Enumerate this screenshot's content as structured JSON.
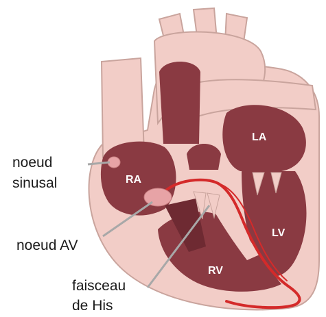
{
  "labels": {
    "sa_node": [
      "noeud",
      "sinusal"
    ],
    "av_node": "noeud AV",
    "his_bundle": [
      "faisceau",
      "de His"
    ]
  },
  "chambers": {
    "ra": "RA",
    "la": "LA",
    "lv": "LV",
    "rv": "RV"
  },
  "colors": {
    "outer_wall": "#f2cdc7",
    "outline": "#c9a49d",
    "chamber": "#8a3a42",
    "chamber_dark": "#6e2a32",
    "conduction": "#d42a2a",
    "node": "#e7a3a6",
    "leader": "#a8a8a8",
    "background": "#ffffff"
  }
}
